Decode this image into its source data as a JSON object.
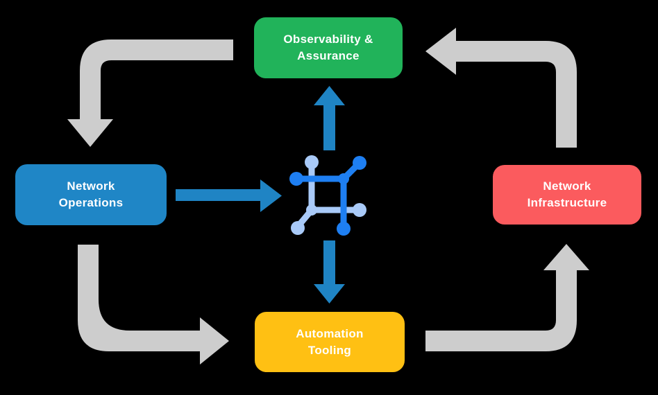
{
  "colors": {
    "background": "#000000",
    "node_green": "#21B35A",
    "node_blue": "#1F86C6",
    "node_red": "#FB5B5E",
    "node_yellow": "#FFC013",
    "gray_arrow": "#CDCDCD",
    "blue_arrow": "#1F84C4",
    "icon_dark": "#1E7FF2",
    "icon_light": "#A9CAF8",
    "text": "#FFFFFF"
  },
  "nodes": {
    "observability": {
      "line1": "Observability &",
      "line2": "Assurance"
    },
    "operations": {
      "line1": "Network",
      "line2": "Operations"
    },
    "infrastructure": {
      "line1": "Network",
      "line2": "Infrastructure"
    },
    "automation": {
      "line1": "Automation",
      "line2": "Tooling"
    }
  }
}
